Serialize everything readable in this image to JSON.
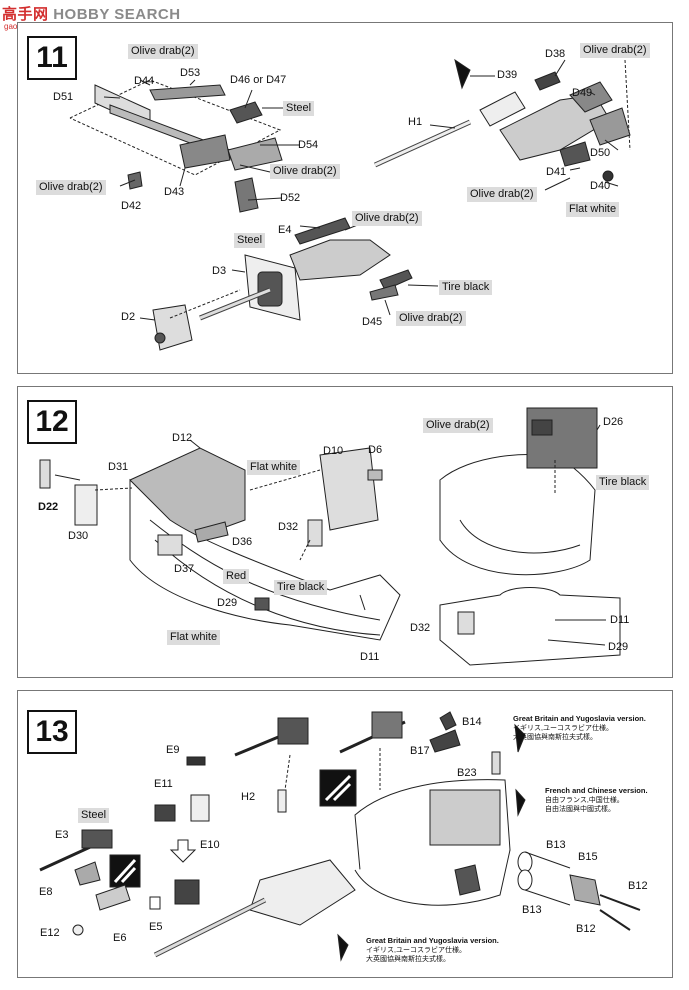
{
  "header": {
    "watermark_cn": "高手网",
    "watermark_en": "HOBBY SEARCH",
    "watermark_url": "gao-shou.com"
  },
  "step11": {
    "number": "11",
    "labels": {
      "olive_top": "Olive drab(2)",
      "d53": "D53",
      "d44": "D44",
      "d46_47": "D46 or D47",
      "d51": "D51",
      "steel": "Steel",
      "d54": "D54",
      "olive_mid": "Olive drab(2)",
      "olive_left": "Olive drab(2)",
      "d43": "D43",
      "d52": "D52",
      "d42": "D42",
      "olive_e4": "Olive drab(2)",
      "steel_e4": "Steel",
      "e4": "E4",
      "d3": "D3",
      "tire_black": "Tire black",
      "d2": "D2",
      "d45": "D45",
      "olive_d45": "Olive drab(2)",
      "olive_right": "Olive drab(2)",
      "d38": "D38",
      "d39": "D39",
      "h1": "H1",
      "d49": "D49",
      "d50": "D50",
      "d41": "D41",
      "d40": "D40",
      "olive_d41": "Olive drab(2)",
      "flat_white": "Flat white"
    }
  },
  "step12": {
    "number": "12",
    "labels": {
      "d12": "D12",
      "flat_white_top": "Flat white",
      "d10": "D10",
      "d6": "D6",
      "d31": "D31",
      "d22": "D22",
      "d30": "D30",
      "d32": "D32",
      "d36": "D36",
      "d37": "D37",
      "red": "Red",
      "tire_black": "Tire black",
      "d29": "D29",
      "flat_white_bottom": "Flat white",
      "d11": "D11",
      "olive": "Olive drab(2)",
      "d26": "D26",
      "tire_black_right": "Tire black",
      "d32_right": "D32",
      "d11_right": "D11",
      "d29_right": "D29"
    }
  },
  "step13": {
    "number": "13",
    "labels": {
      "e9": "E9",
      "h2": "H2",
      "e11": "E11",
      "e10": "E10",
      "steel": "Steel",
      "e3": "E3",
      "e8": "E8",
      "e5": "E5",
      "e12": "E12",
      "e6": "E6",
      "b14": "B14",
      "b17": "B17",
      "b23": "B23",
      "b13_top": "B13",
      "b15": "B15",
      "b13_bottom": "B13",
      "b12_top": "B12",
      "b12_bottom": "B12"
    },
    "notes": {
      "gb_top_en": "Great Britain and Yugoslavia version.",
      "gb_top_jp": "イギリス,ユーコスラビア仕様。",
      "gb_top_cn": "大英國協與南斯拉夫式樣。",
      "fr_en": "French and Chinese version.",
      "fr_jp": "自由フランス,中国仕様。",
      "fr_cn": "自由法國與中國式樣。",
      "gb_bot_en": "Great Britain and Yugoslavia version.",
      "gb_bot_jp": "イギリス,ユーコスラビア仕様。",
      "gb_bot_cn": "大英國協與南斯拉夫式樣。"
    }
  }
}
